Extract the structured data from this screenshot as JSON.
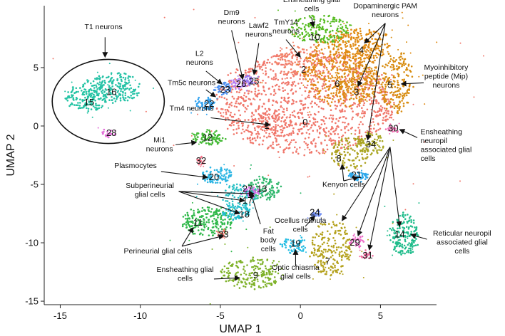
{
  "chart_data": {
    "type": "scatter",
    "title": "",
    "xlabel": "UMAP 1",
    "ylabel": "UMAP 2",
    "xlim": [
      -16,
      8.5
    ],
    "ylim": [
      -15.3,
      10.3
    ],
    "xticks": [
      "-15",
      "-10",
      "-5",
      "0",
      "5"
    ],
    "yticks": [
      "-15",
      "-10",
      "-5",
      "0",
      "5"
    ],
    "grid": false,
    "clusters": [
      {
        "id": "0",
        "x": 0.3,
        "y": 2.0,
        "rx": 5.6,
        "ry": 4.4,
        "n": 1200,
        "color": "#f0776b",
        "label_x": 0.3,
        "label_y": 0.3
      },
      {
        "id": "1",
        "x": -1.8,
        "y": 0.5,
        "rx": 1.4,
        "ry": 1.0,
        "n": 80,
        "color": "#f0776b",
        "label_x": -2.1,
        "label_y": 0.0
      },
      {
        "id": "2",
        "x": 0.0,
        "y": 5.5,
        "rx": 1.6,
        "ry": 1.5,
        "n": 100,
        "color": "#f28469",
        "label_x": 0.2,
        "label_y": 4.8
      },
      {
        "id": "3",
        "x": 3.6,
        "y": 3.8,
        "rx": 1.4,
        "ry": 1.6,
        "n": 120,
        "color": "#d79317",
        "label_x": 3.5,
        "label_y": 2.9
      },
      {
        "id": "4",
        "x": 3.8,
        "y": 7.0,
        "rx": 1.8,
        "ry": 1.4,
        "n": 180,
        "color": "#e08a0e",
        "label_x": 3.8,
        "label_y": 6.5
      },
      {
        "id": "5",
        "x": 6.0,
        "y": 3.8,
        "rx": 1.0,
        "ry": 2.8,
        "n": 200,
        "color": "#d88d12",
        "label_x": 5.6,
        "label_y": 3.5
      },
      {
        "id": "6",
        "x": 2.6,
        "y": 4.8,
        "rx": 2.4,
        "ry": 3.2,
        "n": 440,
        "color": "#e08a15",
        "label_x": 2.3,
        "label_y": 3.6
      },
      {
        "id": "7",
        "x": 1.9,
        "y": -10.5,
        "rx": 1.3,
        "ry": 2.4,
        "n": 210,
        "color": "#b4a11c",
        "label_x": 1.7,
        "label_y": -11.6
      },
      {
        "id": "8",
        "x": 3.1,
        "y": -2.3,
        "rx": 1.2,
        "ry": 1.4,
        "n": 110,
        "color": "#ada21f",
        "label_x": 2.4,
        "label_y": -2.8
      },
      {
        "id": "9",
        "x": -3.0,
        "y": -12.6,
        "rx": 2.0,
        "ry": 1.4,
        "n": 200,
        "color": "#7fb22a",
        "label_x": -2.8,
        "label_y": -12.8
      },
      {
        "id": "10",
        "x": 1.2,
        "y": 8.3,
        "rx": 2.0,
        "ry": 1.2,
        "n": 170,
        "color": "#55bb1f",
        "label_x": 0.9,
        "label_y": 7.6
      },
      {
        "id": "11",
        "x": -5.8,
        "y": -8.2,
        "rx": 1.6,
        "ry": 1.2,
        "n": 200,
        "color": "#2fb84a",
        "label_x": -6.4,
        "label_y": -8.3
      },
      {
        "id": "12",
        "x": -5.8,
        "y": -1.0,
        "rx": 1.0,
        "ry": 0.6,
        "n": 90,
        "color": "#43b934",
        "label_x": -5.8,
        "label_y": -1.0
      },
      {
        "id": "13",
        "x": -2.3,
        "y": -5.3,
        "rx": 1.0,
        "ry": 1.0,
        "n": 100,
        "color": "#2db66a",
        "label_x": -2.4,
        "label_y": -5.4
      },
      {
        "id": "14",
        "x": 6.5,
        "y": -9.3,
        "rx": 0.9,
        "ry": 1.8,
        "n": 170,
        "color": "#1fbc8b",
        "label_x": 6.2,
        "label_y": -9.3
      },
      {
        "id": "15",
        "x": -13.3,
        "y": 2.5,
        "rx": 1.3,
        "ry": 1.3,
        "n": 160,
        "color": "#22c3a3",
        "label_x": -13.2,
        "label_y": 2.0
      },
      {
        "id": "16",
        "x": -11.6,
        "y": 3.3,
        "rx": 1.6,
        "ry": 1.3,
        "n": 180,
        "color": "#25c2a6",
        "label_x": -11.8,
        "label_y": 2.9
      },
      {
        "id": "17",
        "x": -3.8,
        "y": -6.0,
        "rx": 1.1,
        "ry": 1.0,
        "n": 90,
        "color": "#28c0c4",
        "label_x": -3.3,
        "label_y": -6.4
      },
      {
        "id": "18",
        "x": -4.0,
        "y": -7.4,
        "rx": 0.9,
        "ry": 0.6,
        "n": 80,
        "color": "#24bfcf",
        "label_x": -3.5,
        "label_y": -7.6
      },
      {
        "id": "19",
        "x": -0.4,
        "y": -10.2,
        "rx": 0.8,
        "ry": 0.6,
        "n": 60,
        "color": "#25bde3",
        "label_x": -0.3,
        "label_y": -10.1
      },
      {
        "id": "20",
        "x": -5.2,
        "y": -4.2,
        "rx": 1.0,
        "ry": 0.7,
        "n": 90,
        "color": "#2cb5e3",
        "label_x": -5.4,
        "label_y": -4.4
      },
      {
        "id": "21",
        "x": 3.6,
        "y": -4.3,
        "rx": 0.6,
        "ry": 0.4,
        "n": 50,
        "color": "#2da7ea",
        "label_x": 3.5,
        "label_y": -4.2
      },
      {
        "id": "22",
        "x": -6.0,
        "y": 1.9,
        "rx": 0.6,
        "ry": 0.6,
        "n": 50,
        "color": "#34a3f0",
        "label_x": -5.7,
        "label_y": 1.9
      },
      {
        "id": "23",
        "x": -4.8,
        "y": 3.2,
        "rx": 0.5,
        "ry": 0.5,
        "n": 40,
        "color": "#4a8ff2",
        "label_x": -4.7,
        "label_y": 3.1
      },
      {
        "id": "24",
        "x": 1.0,
        "y": -7.5,
        "rx": 0.3,
        "ry": 0.3,
        "n": 25,
        "color": "#6f8df4",
        "label_x": 0.9,
        "label_y": -7.4
      },
      {
        "id": "25",
        "x": -3.2,
        "y": 3.9,
        "rx": 0.4,
        "ry": 0.4,
        "n": 30,
        "color": "#9c7cf2",
        "label_x": -2.9,
        "label_y": 3.8
      },
      {
        "id": "26",
        "x": -3.9,
        "y": 3.6,
        "rx": 0.4,
        "ry": 0.4,
        "n": 30,
        "color": "#b47af0",
        "label_x": -3.7,
        "label_y": 3.6
      },
      {
        "id": "27",
        "x": -3.0,
        "y": -5.6,
        "rx": 0.5,
        "ry": 0.4,
        "n": 30,
        "color": "#d46ee8",
        "label_x": -3.3,
        "label_y": -5.4
      },
      {
        "id": "28",
        "x": -12.0,
        "y": -0.6,
        "rx": 0.5,
        "ry": 0.3,
        "n": 20,
        "color": "#e36ed8",
        "label_x": -11.8,
        "label_y": -0.6
      },
      {
        "id": "29",
        "x": 3.5,
        "y": -9.8,
        "rx": 0.5,
        "ry": 0.5,
        "n": 25,
        "color": "#ed6cc8",
        "label_x": 3.4,
        "label_y": -10.0
      },
      {
        "id": "30",
        "x": 5.8,
        "y": -0.2,
        "rx": 0.5,
        "ry": 0.3,
        "n": 20,
        "color": "#f26db3",
        "label_x": 5.8,
        "label_y": -0.2
      },
      {
        "id": "31",
        "x": 4.2,
        "y": -11.1,
        "rx": 0.4,
        "ry": 0.3,
        "n": 20,
        "color": "#f46ea0",
        "label_x": 4.2,
        "label_y": -11.1
      },
      {
        "id": "32",
        "x": -6.2,
        "y": -3.0,
        "rx": 0.3,
        "ry": 0.3,
        "n": 15,
        "color": "#f57489",
        "label_x": -6.2,
        "label_y": -3.0
      },
      {
        "id": "33",
        "x": -4.9,
        "y": -9.2,
        "rx": 0.3,
        "ry": 0.3,
        "n": 15,
        "color": "#f7776f",
        "label_x": -4.8,
        "label_y": -9.3
      },
      {
        "id": "34",
        "x": 4.4,
        "y": -1.5,
        "rx": 0.8,
        "ry": 1.0,
        "n": 70,
        "color": "#a8a620",
        "label_x": 4.4,
        "label_y": -1.6
      }
    ],
    "inset_circle": {
      "cx": -12.0,
      "cy": 2.1,
      "rx": 3.5,
      "ry": 3.6
    },
    "annotations": [
      {
        "lines": [
          "T1 neurons"
        ],
        "tx": -12.3,
        "ty": 8.3,
        "anchor": "middle",
        "arrows": [
          [
            -12.2,
            7.6,
            -12.2,
            5.9
          ]
        ]
      },
      {
        "lines": [
          "Dm9",
          "neurons"
        ],
        "tx": -4.3,
        "ty": 9.5,
        "anchor": "middle",
        "arrows": [
          [
            -4.3,
            8.2,
            -3.6,
            4.0
          ]
        ]
      },
      {
        "lines": [
          "Lawf2",
          "neurons"
        ],
        "tx": -2.6,
        "ty": 8.4,
        "anchor": "middle",
        "arrows": [
          [
            -2.6,
            7.1,
            -2.9,
            4.4
          ]
        ]
      },
      {
        "lines": [
          "L2",
          "neurons"
        ],
        "tx": -6.3,
        "ty": 6.0,
        "anchor": "middle",
        "arrows": [
          [
            -5.9,
            4.7,
            -4.9,
            3.6
          ]
        ]
      },
      {
        "lines": [
          "TmY14",
          "neurons"
        ],
        "tx": -0.9,
        "ty": 8.7,
        "anchor": "middle",
        "arrows": [
          [
            -0.9,
            7.4,
            0.0,
            5.9
          ]
        ]
      },
      {
        "lines": [
          "Ensheathing glial",
          "cells"
        ],
        "tx": 0.7,
        "ty": 10.6,
        "anchor": "middle",
        "arrows": [
          [
            0.7,
            9.3,
            0.8,
            8.5
          ]
        ]
      },
      {
        "lines": [
          "Dopaminergic PAM",
          "neurons"
        ],
        "tx": 5.3,
        "ty": 10.1,
        "anchor": "middle",
        "arrows": [
          [
            5.3,
            8.8,
            4.0,
            7.1
          ],
          [
            5.3,
            8.8,
            3.6,
            3.4
          ],
          [
            5.3,
            8.8,
            4.2,
            -1.2
          ]
        ]
      },
      {
        "lines": [
          "Tm5c neurons"
        ],
        "tx": -6.8,
        "ty": 3.5,
        "anchor": "middle",
        "arrows": [
          [
            -5.9,
            3.1,
            -5.3,
            2.5
          ]
        ]
      },
      {
        "lines": [
          "Tm4 neurons"
        ],
        "tx": -6.8,
        "ty": 1.3,
        "anchor": "middle",
        "arrows": [
          [
            -5.6,
            0.7,
            -1.9,
            0.1
          ]
        ]
      },
      {
        "lines": [
          "Myoinhibitory",
          "peptide (Mip)",
          "neurons"
        ],
        "tx": 9.1,
        "ty": 4.8,
        "anchor": "middle",
        "arrows": [
          [
            7.7,
            3.7,
            6.3,
            3.6
          ]
        ]
      },
      {
        "lines": [
          "Mi1",
          "neurons"
        ],
        "tx": -8.8,
        "ty": -1.4,
        "anchor": "middle",
        "arrows": [
          [
            -7.8,
            -1.6,
            -6.5,
            -1.4
          ]
        ]
      },
      {
        "lines": [
          "Ensheathing",
          "neuropil",
          "associated glial",
          "cells"
        ],
        "tx": 7.5,
        "ty": -0.7,
        "anchor": "start",
        "arrows": [
          [
            7.3,
            -1.0,
            6.2,
            -0.3
          ],
          [
            5.6,
            -1.8,
            2.6,
            -8.1
          ],
          [
            5.6,
            -1.8,
            3.6,
            -9.4
          ],
          [
            5.6,
            -1.8,
            4.3,
            -10.6
          ],
          [
            5.6,
            -1.8,
            6.2,
            -8.6
          ]
        ]
      },
      {
        "lines": [
          "Kenyon cells"
        ],
        "tx": 2.7,
        "ty": -5.2,
        "anchor": "middle",
        "arrows": [
          [
            2.7,
            -4.7,
            2.6,
            -3.3
          ],
          [
            2.7,
            -4.7,
            3.6,
            -4.4
          ]
        ]
      },
      {
        "lines": [
          "Plasmocytes"
        ],
        "tx": -10.3,
        "ty": -3.6,
        "anchor": "middle",
        "arrows": [
          [
            -8.7,
            -3.9,
            -5.8,
            -4.4
          ]
        ]
      },
      {
        "lines": [
          "Subperineurial",
          "glial cells"
        ],
        "tx": -9.4,
        "ty": -5.3,
        "anchor": "middle",
        "arrows": [
          [
            -7.6,
            -5.6,
            -3.5,
            -6.4
          ],
          [
            -7.6,
            -5.6,
            -3.8,
            -7.5
          ],
          [
            -7.6,
            -5.6,
            -2.9,
            -5.8
          ]
        ]
      },
      {
        "lines": [
          "Ocellus retinula",
          "cells"
        ],
        "tx": 0.0,
        "ty": -8.3,
        "anchor": "middle",
        "arrows": [
          [
            0.3,
            -8.6,
            0.9,
            -7.7
          ]
        ]
      },
      {
        "lines": [
          "Fat",
          "body",
          "cells"
        ],
        "tx": -2.0,
        "ty": -9.2,
        "anchor": "middle",
        "arrows": [
          [
            -2.5,
            -8.4,
            -3.1,
            -5.7
          ]
        ]
      },
      {
        "lines": [
          "Perineurial glial cells"
        ],
        "tx": -8.9,
        "ty": -10.9,
        "anchor": "middle",
        "arrows": [
          [
            -7.4,
            -10.3,
            -6.7,
            -8.7
          ],
          [
            -7.4,
            -10.3,
            -4.8,
            -9.4
          ]
        ]
      },
      {
        "lines": [
          "Reticular neuropil",
          "associated glial",
          "cells"
        ],
        "tx": 10.1,
        "ty": -9.4,
        "anchor": "middle",
        "arrows": [
          [
            7.9,
            -9.7,
            6.9,
            -9.3
          ]
        ]
      },
      {
        "lines": [
          "Ensheathing glial",
          "cells"
        ],
        "tx": -7.2,
        "ty": -12.5,
        "anchor": "middle",
        "arrows": [
          [
            -5.4,
            -13.1,
            -3.8,
            -13.0
          ]
        ]
      },
      {
        "lines": [
          "Optic chiasma",
          "glial cells"
        ],
        "tx": -0.3,
        "ty": -12.3,
        "anchor": "middle",
        "arrows": [
          [
            -0.3,
            -12.0,
            -0.3,
            -10.6
          ]
        ]
      }
    ]
  }
}
